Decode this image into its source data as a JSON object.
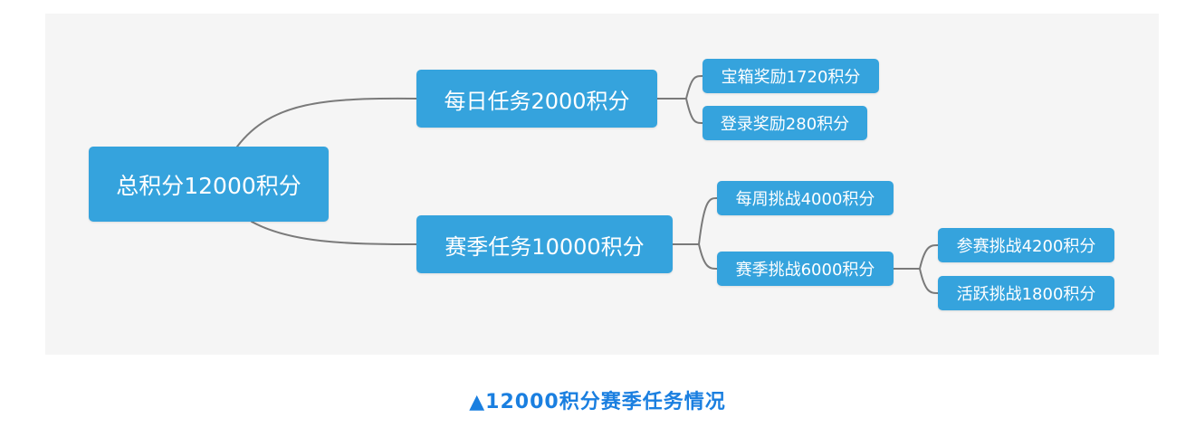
{
  "colors": {
    "node_fill": "#35a3dd",
    "node_text": "#ffffff",
    "edge": "#7a7a7a",
    "background": "#f5f5f5",
    "caption": "#1a7fe0"
  },
  "nodes": {
    "root": "总积分12000积分",
    "daily": "每日任务2000积分",
    "season": "赛季任务10000积分",
    "chest": "宝箱奖励1720积分",
    "login": "登录奖励280积分",
    "weekly": "每周挑战4000积分",
    "season_challenge": "赛季挑战6000积分",
    "join": "参赛挑战4200积分",
    "active": "活跃挑战1800积分"
  },
  "caption": "▲12000积分赛季任务情况"
}
